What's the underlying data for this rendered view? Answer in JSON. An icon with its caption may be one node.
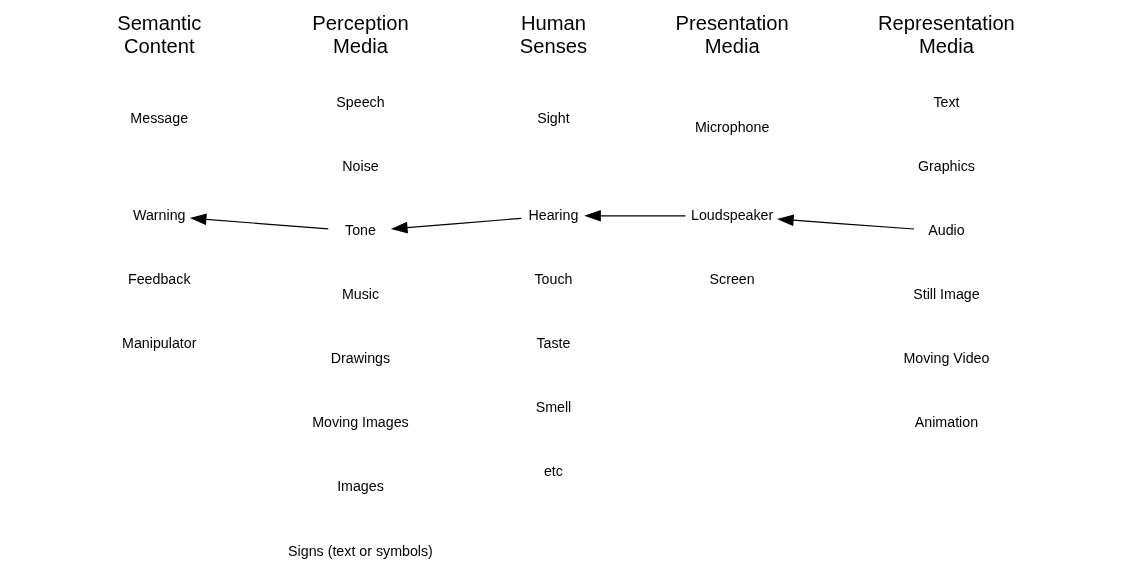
{
  "diagram": {
    "nodes": [
      {
        "text": [
          "Warning"
        ]
      },
      {
        "text": [
          "Tone"
        ]
      },
      {
        "text": [
          "Hearing"
        ]
      },
      {
        "text": [
          "Loudspeaker"
        ]
      },
      {
        "text": [
          "Audio"
        ]
      }
    ],
    "edges": [
      {
        "from": 4,
        "to": 3,
        "arrow": "to"
      },
      {
        "from": 3,
        "to": 2,
        "arrow": "to"
      },
      {
        "from": 2,
        "to": 1,
        "arrow": "to"
      },
      {
        "from": 1,
        "to": 0,
        "arrow": "to"
      }
    ],
    "labels": [
      "Semantic Content",
      "Message",
      "Feedback",
      "Manipulator",
      "Perception Media",
      "Speech",
      "Noise",
      "Music",
      "Drawings",
      "Moving Images",
      "Images",
      "Signs (text or symbols)",
      "Human Senses",
      "Sight",
      "Touch",
      "Taste",
      "Smell",
      "etc",
      "Presentation Media",
      "Microphone",
      "Screen",
      "Representation Media",
      "Text",
      "Graphics",
      "Still Image",
      "Moving Video",
      "Animation"
    ]
  }
}
